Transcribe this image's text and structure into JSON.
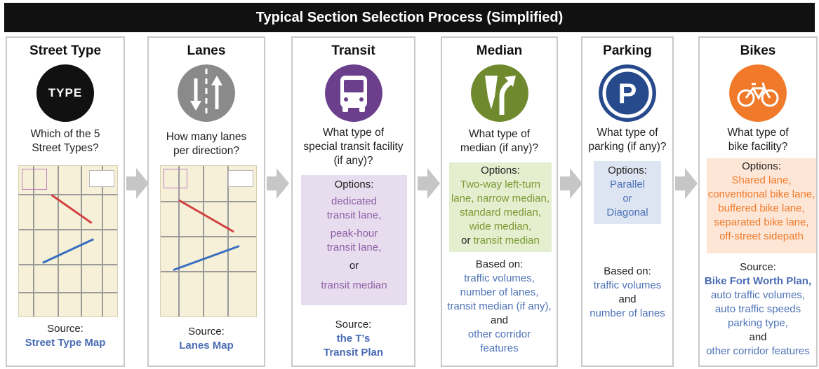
{
  "title": "Typical Section Selection Process (Simplified)",
  "colors": {
    "banner": "#111111",
    "lanes_icon": "#8a8a8a",
    "transit_icon": "#6b3f8c",
    "median_icon": "#6f8a2e",
    "parking_icon": "#274a8c",
    "bikes_icon": "#f07a2a",
    "arrow": "#c6c6c6",
    "transit_box": "#e8ddee",
    "median_box": "#e6eed0",
    "parking_box": "#dde4f2",
    "bikes_box": "#fde6d6"
  },
  "steps": [
    {
      "title": "Street Type",
      "icon": "type-badge-icon",
      "icon_text": "TYPE",
      "question": [
        "Which of the 5",
        "Street Types?"
      ],
      "source_label": "Source:",
      "source_name": "Street Type Map"
    },
    {
      "title": "Lanes",
      "icon": "lanes-icon",
      "question": [
        "How many lanes",
        "per direction?"
      ],
      "source_label": "Source:",
      "source_name": "Lanes Map"
    },
    {
      "title": "Transit",
      "icon": "bus-icon",
      "question": [
        "What type of",
        "special transit facility",
        "(if any)?"
      ],
      "options_label": "Options:",
      "options": [
        "dedicated",
        "transit lane,",
        "peak-hour",
        "transit lane,",
        "or",
        "transit median"
      ],
      "source_label": "Source:",
      "source_name": [
        "the T’s",
        "Transit Plan"
      ]
    },
    {
      "title": "Median",
      "icon": "median-icon",
      "question": [
        "What type of",
        "median (if any)?"
      ],
      "options_label": "Options:",
      "options": [
        "Two-way left-turn",
        "lane, narrow median,",
        "standard median,",
        "wide median,",
        "or",
        "transit median"
      ],
      "based_label": "Based on:",
      "based": [
        "traffic volumes,",
        "number of lanes,",
        "transit median (if any),",
        "and",
        "other corridor",
        "features"
      ]
    },
    {
      "title": "Parking",
      "icon": "parking-icon",
      "icon_text": "P",
      "question": [
        "What type of",
        "parking (if any)?"
      ],
      "options_label": "Options:",
      "options": [
        "Parallel",
        "or",
        "Diagonal"
      ],
      "based_label": "Based on:",
      "based": [
        "traffic volumes",
        "and",
        "number of lanes"
      ]
    },
    {
      "title": "Bikes",
      "icon": "bicycle-icon",
      "question": [
        "What type of",
        "bike facility?"
      ],
      "options_label": "Options:",
      "options": [
        "Shared lane,",
        "conventional bike lane,",
        "buffered bike lane,",
        "separated bike lane,",
        "off-street sidepath"
      ],
      "source_label": "Source:",
      "source_name": "Bike Fort Worth Plan,",
      "source_more": [
        "auto traffic volumes,",
        "auto traffic speeds",
        "parking type,",
        "and",
        "other corridor features"
      ]
    }
  ]
}
